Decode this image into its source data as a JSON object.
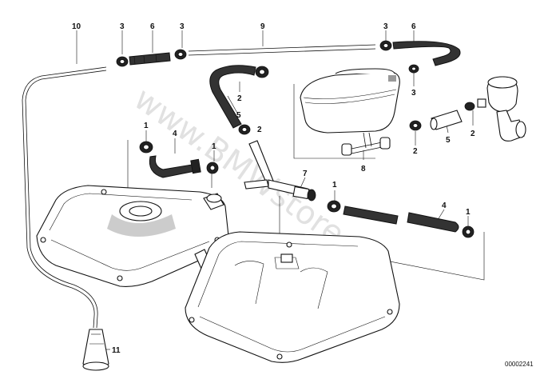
{
  "diagram": {
    "drawing_number": "00002241",
    "watermark": "www.BMWstore.pl",
    "callouts": [
      {
        "id": "c10",
        "label": "10"
      },
      {
        "id": "c3a",
        "label": "3"
      },
      {
        "id": "c6a",
        "label": "6"
      },
      {
        "id": "c3b",
        "label": "3"
      },
      {
        "id": "c9",
        "label": "9"
      },
      {
        "id": "c3c",
        "label": "3"
      },
      {
        "id": "c6b",
        "label": "6"
      },
      {
        "id": "c2a",
        "label": "2"
      },
      {
        "id": "c3d",
        "label": "3"
      },
      {
        "id": "c5a",
        "label": "5"
      },
      {
        "id": "c2b",
        "label": "2"
      },
      {
        "id": "c1a",
        "label": "1"
      },
      {
        "id": "c4a",
        "label": "4"
      },
      {
        "id": "c1b",
        "label": "1"
      },
      {
        "id": "c2c",
        "label": "2"
      },
      {
        "id": "c5b",
        "label": "5"
      },
      {
        "id": "c2d",
        "label": "2"
      },
      {
        "id": "c8",
        "label": "8"
      },
      {
        "id": "c7",
        "label": "7"
      },
      {
        "id": "c1c",
        "label": "1"
      },
      {
        "id": "c4b",
        "label": "4"
      },
      {
        "id": "c1d",
        "label": "1"
      },
      {
        "id": "c11",
        "label": "11"
      }
    ]
  }
}
